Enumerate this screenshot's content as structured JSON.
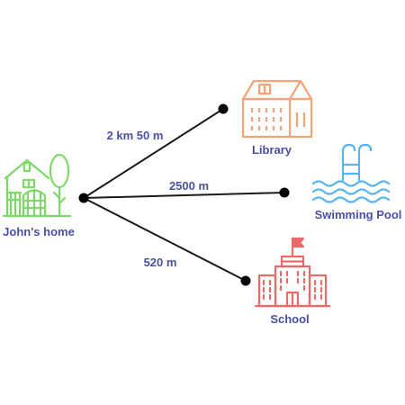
{
  "places": {
    "home": {
      "label": "John's home",
      "color": "#7ed86a",
      "icon": "house-icon"
    },
    "library": {
      "label": "Library",
      "color": "#f5a27a",
      "icon": "library-icon"
    },
    "pool": {
      "label": "Swimming Pool",
      "color": "#56b4ee",
      "icon": "swimming-pool-icon"
    },
    "school": {
      "label": "School",
      "color": "#e96a6a",
      "icon": "school-icon"
    }
  },
  "routes": {
    "library": {
      "distance": "2 km 50 m"
    },
    "pool": {
      "distance": "2500 m"
    },
    "school": {
      "distance": "520 m"
    }
  },
  "colors": {
    "line": "#1a1a1a",
    "dot": "#000000",
    "text": "#4a4fa3"
  }
}
